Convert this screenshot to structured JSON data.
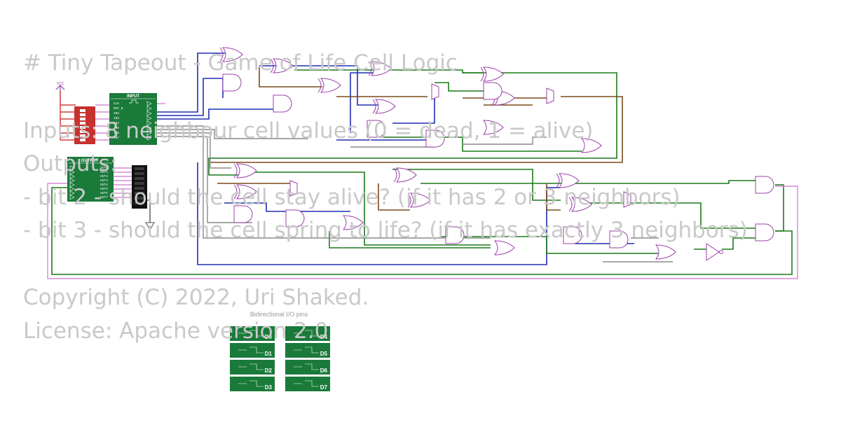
{
  "notes": [
    "# Tiny Tapeout - Game of Life Cell Logic",
    "Inputs: 8 neighbour cell values (0 = dead, 1 = alive)",
    "Outputs:",
    "- bit 2 - should the cell stay alive? (if it has 2 or 3 neighbors)",
    "- bit 3 - should the cell spring to life? (if it has exactly 3 neighbors)",
    "Copyright (C) 2022, Uri Shaked.",
    "License: Apache version 2.0"
  ],
  "vcc_label": "VCC",
  "input_chip": {
    "title": "INPUT",
    "pins": [
      "CLK",
      "RST_N",
      "IN2",
      "IN3",
      "IN4",
      "IN5",
      "IN6",
      "IN7"
    ]
  },
  "output_chip": {
    "title": "OUTPUT",
    "pins": [
      "OUT0",
      "OUT1",
      "OUT2",
      "OUT3",
      "OUT4",
      "OUT5",
      "OUT6",
      "OUT7"
    ]
  },
  "bidir": {
    "caption": "Bidirectional I/O pins",
    "pins": [
      "D0",
      "D1",
      "D2",
      "D3",
      "D4",
      "D5",
      "D6",
      "D7"
    ]
  },
  "colors": {
    "gate": "#9b3fa9",
    "chip": "#1a7a3a",
    "dip": "#c8322e",
    "wire_blue": "#1f2fb0",
    "wire_green": "#1b7a1b",
    "wire_brown": "#7a4a1a",
    "wire_pink": "#d58ad6"
  }
}
